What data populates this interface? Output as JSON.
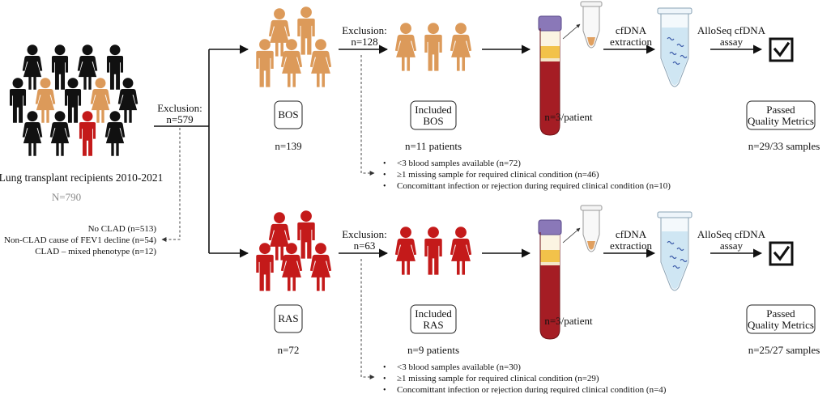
{
  "cohort": {
    "label": "Lung transplant recipients 2010-2021",
    "n": "N=790"
  },
  "first_exclusion": {
    "label": "Exclusion:",
    "n": "n=579",
    "reasons": [
      "No CLAD (n=513)",
      "Non-CLAD cause of FEV1 decline (n=54)",
      "CLAD – mixed phenotype (n=12)"
    ]
  },
  "branches": [
    {
      "key": "bos",
      "group_label": "BOS",
      "group_n": "n=139",
      "exclusion_label": "Exclusion:",
      "exclusion_n": "n=128",
      "included_line1": "Included",
      "included_line2": "BOS",
      "included_n": "n=11 patients",
      "samples_per_patient": "n=3/patient",
      "extraction_line1": "cfDNA",
      "extraction_line2": "extraction",
      "assay_line1": "AlloSeq cfDNA",
      "assay_line2": "assay",
      "passed_line1": "Passed",
      "passed_line2": "Quality Metrics",
      "passed_n": "n=29/33 samples",
      "exclusion_reasons": [
        "<3 blood samples available (n=72)",
        "≥1 missing sample for required clinical condition (n=46)",
        "Concomittant infection or rejection during required clinical condition (n=10)"
      ],
      "color": "#dc9a5a"
    },
    {
      "key": "ras",
      "group_label": "RAS",
      "group_n": "n=72",
      "exclusion_label": "Exclusion:",
      "exclusion_n": "n=63",
      "included_line1": "Included",
      "included_line2": "RAS",
      "included_n": "n=9 patients",
      "samples_per_patient": "n=3/patient",
      "extraction_line1": "cfDNA",
      "extraction_line2": "extraction",
      "assay_line1": "AlloSeq cfDNA",
      "assay_line2": "assay",
      "passed_line1": "Passed",
      "passed_line2": "Quality Metrics",
      "passed_n": "n=25/27 samples",
      "exclusion_reasons": [
        "<3 blood samples available (n=30)",
        "≥1 missing sample for required clinical condition (n=29)",
        "Concomittant infection or rejection during required clinical condition (n=4)"
      ],
      "color": "#c41a1a"
    }
  ],
  "colors": {
    "black": "#111111",
    "orange": "#dc9a5a",
    "red": "#c41a1a",
    "blood": "#a51d24",
    "plasma": "#f2c24a",
    "buffy": "#f3e6c8",
    "cap": "#8a78b8",
    "tube_liquid": "#cfe6f3"
  },
  "icons": {
    "person": "person-icon",
    "blood_tube": "blood-tube-icon",
    "eppendorf": "eppendorf-tube-icon",
    "dna_tube": "dna-tube-icon",
    "checkbox": "checkbox-icon"
  }
}
